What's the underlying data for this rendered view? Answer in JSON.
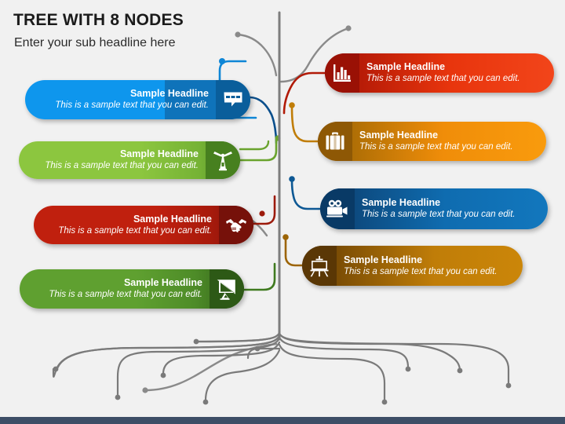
{
  "slide": {
    "title": "TREE WITH 8 NODES",
    "subtitle": "Enter your sub headline here",
    "background_color": "#f1f1f1",
    "footer_bar_color": "#3d4e66"
  },
  "common": {
    "headline": "Sample Headline",
    "body": "This is a sample text that you can edit."
  },
  "nodes": [
    {
      "id": "card-chat",
      "side": "left",
      "icon": "chat-bubble-icon",
      "headline": "Sample Headline",
      "body": "This is a sample text that you can edit.",
      "color": "#0e96ed",
      "icon_panel_color": "#0a5e9b",
      "branch_color": "#0f73ba"
    },
    {
      "id": "card-windmill",
      "side": "left",
      "icon": "windmill-icon",
      "headline": "Sample Headline",
      "body": "This is a sample text that you can edit.",
      "color": "#8cc63f",
      "icon_panel_color": "#47801f",
      "branch_color": "#6aa32e"
    },
    {
      "id": "card-handshake",
      "side": "left",
      "icon": "handshake-icon",
      "headline": "Sample Headline",
      "body": "This is a sample text that you can edit.",
      "color": "#c0200e",
      "icon_panel_color": "#76110a",
      "branch_color": "#9c1a0b"
    },
    {
      "id": "card-satellite",
      "side": "left",
      "icon": "satellite-dish-icon",
      "headline": "Sample Headline",
      "body": "This is a sample text that you can edit.",
      "color": "#5fa030",
      "icon_panel_color": "#2d5916",
      "branch_color": "#3f7a1f"
    },
    {
      "id": "card-chart",
      "side": "right",
      "icon": "bar-chart-icon",
      "headline": "Sample Headline",
      "body": "This is a sample text that you can edit.",
      "color": "#e8350d",
      "icon_panel_color": "#9a1105",
      "branch_color": "#b11a07"
    },
    {
      "id": "card-briefcase",
      "side": "right",
      "icon": "briefcase-icon",
      "headline": "Sample Headline",
      "body": "This is a sample text that you can edit.",
      "color": "#f08d09",
      "icon_panel_color": "#8e5805",
      "branch_color": "#c07d08"
    },
    {
      "id": "card-camera",
      "side": "right",
      "icon": "movie-camera-icon",
      "headline": "Sample Headline",
      "body": "This is a sample text that you can edit.",
      "color": "#0f6cb0",
      "icon_panel_color": "#093a66",
      "branch_color": "#0d5894"
    },
    {
      "id": "card-easel",
      "side": "right",
      "icon": "easel-icon",
      "headline": "Sample Headline",
      "body": "This is a sample text that you can edit.",
      "color": "#c07d08",
      "icon_panel_color": "#5a3705",
      "branch_color": "#9c6406"
    }
  ],
  "tree": {
    "trunk_color": "#7d7d7d",
    "decor_branch_color": "#8a8a8a",
    "root_color": "#7a7a7a"
  }
}
